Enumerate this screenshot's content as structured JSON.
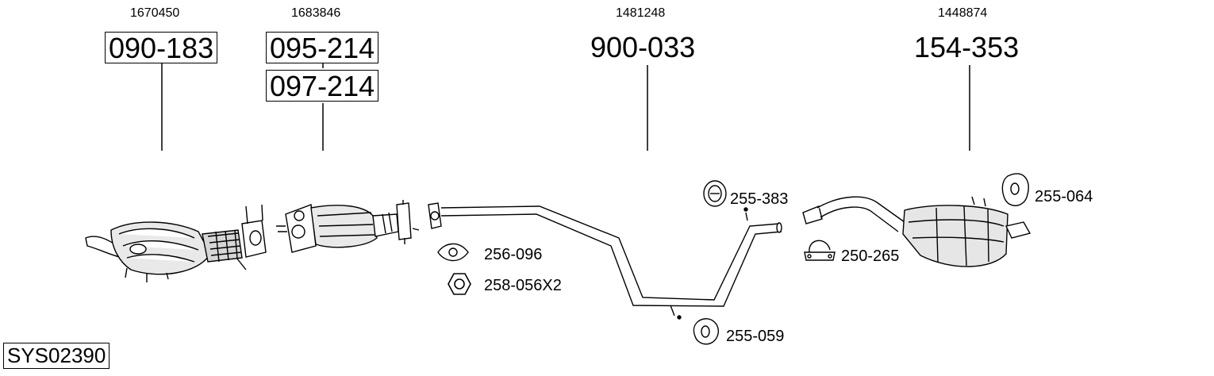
{
  "system_code": "SYS02390",
  "main_parts": [
    {
      "oem": "1670450",
      "parts": [
        "090-183"
      ]
    },
    {
      "oem": "1683846",
      "parts": [
        "095-214",
        "097-214"
      ]
    },
    {
      "oem": "1481248",
      "parts": [
        "900-033"
      ]
    },
    {
      "oem": "1448874",
      "parts": [
        "154-353"
      ]
    }
  ],
  "accessories": [
    {
      "part": "255-383",
      "icon": "rubber-hanger-icon"
    },
    {
      "part": "255-064",
      "icon": "rubber-mount-icon"
    },
    {
      "part": "250-265",
      "icon": "clamp-icon"
    },
    {
      "part": "256-096",
      "icon": "gasket-icon"
    },
    {
      "part": "258-056X2",
      "icon": "hex-nut-icon"
    },
    {
      "part": "255-059",
      "icon": "rubber-mount-icon"
    }
  ]
}
